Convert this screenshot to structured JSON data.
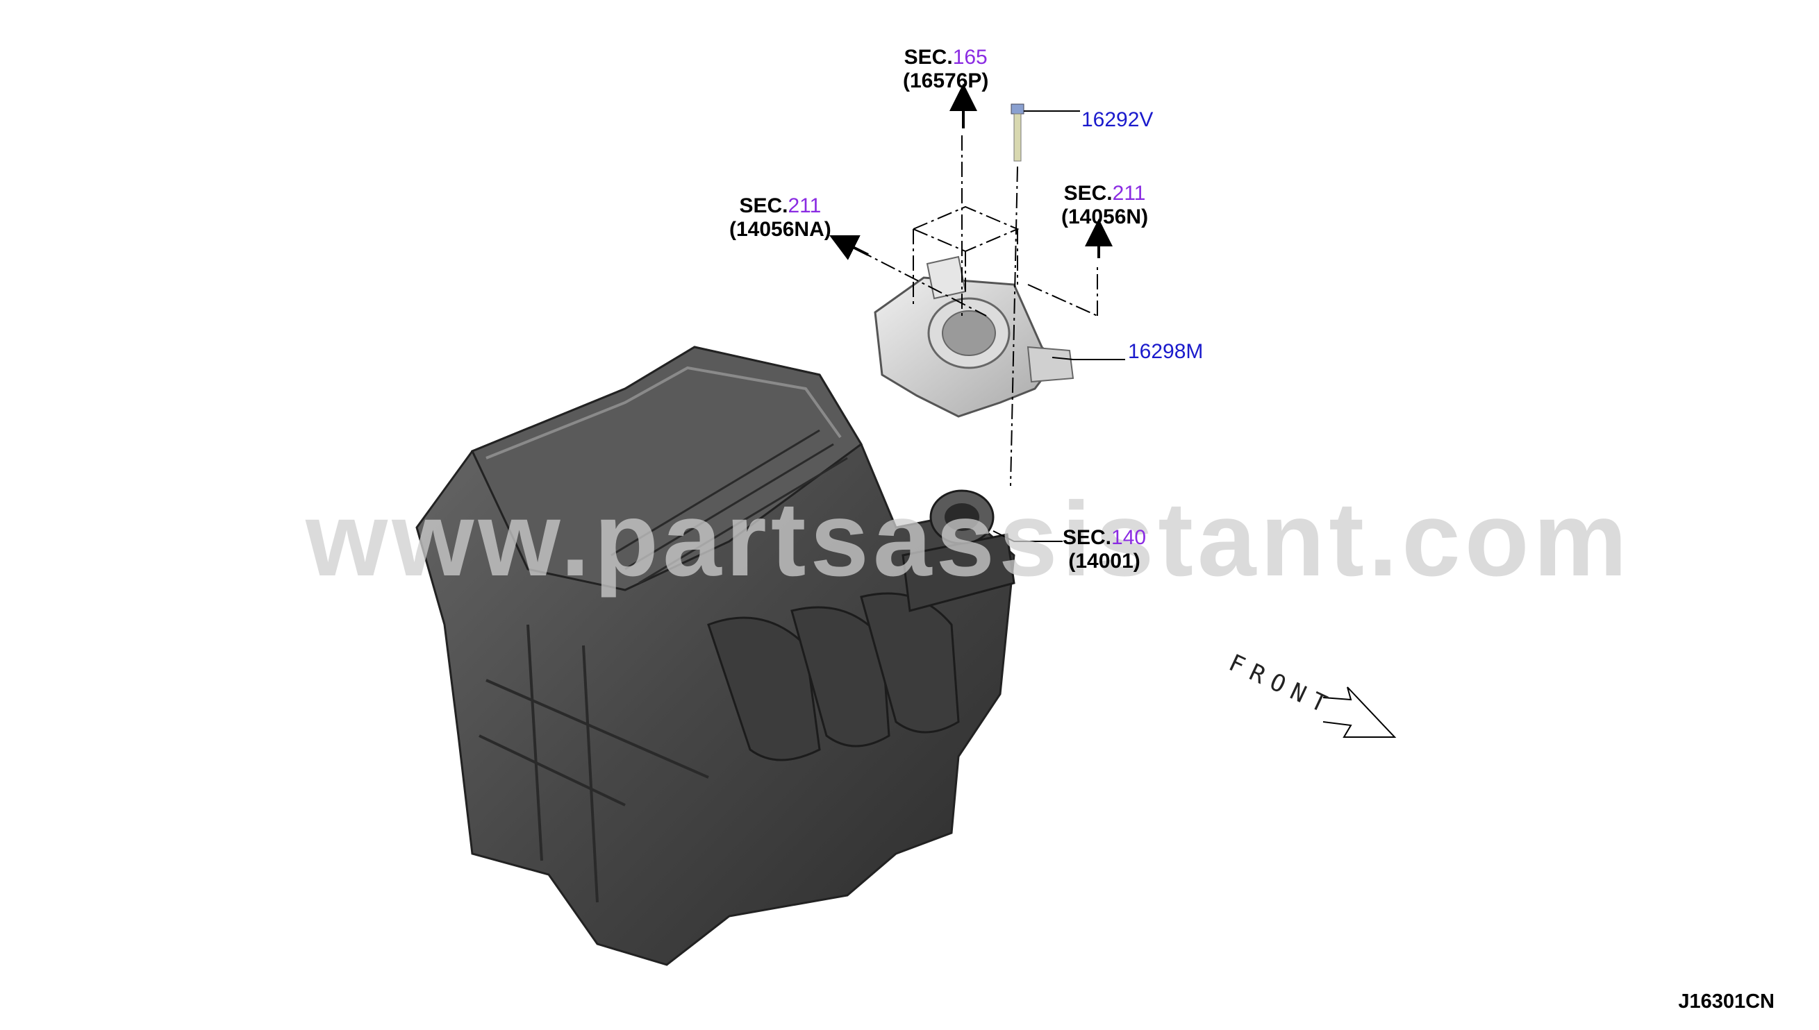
{
  "diagram_code": "J16301CN",
  "watermark_text": "www.partsassistant.com",
  "front_label": "FRONT",
  "callouts": [
    {
      "id": "sec165",
      "sec_prefix": "SEC.",
      "sec_num": "165",
      "part_ref": "(16576P)"
    },
    {
      "id": "sec211a",
      "sec_prefix": "SEC.",
      "sec_num": "211",
      "part_ref": "(14056NA)"
    },
    {
      "id": "sec211b",
      "sec_prefix": "SEC.",
      "sec_num": "211",
      "part_ref": "(14056N)"
    },
    {
      "id": "sec140",
      "sec_prefix": "SEC.",
      "sec_num": "140",
      "part_ref": "(14001)"
    }
  ],
  "parts": [
    {
      "id": "bolt",
      "number": "16292V"
    },
    {
      "id": "throttle",
      "number": "16298M"
    }
  ],
  "colors": {
    "sec_number": "#8a2be2",
    "part_number": "#1a1acc",
    "engine": "#4a4a4a"
  }
}
